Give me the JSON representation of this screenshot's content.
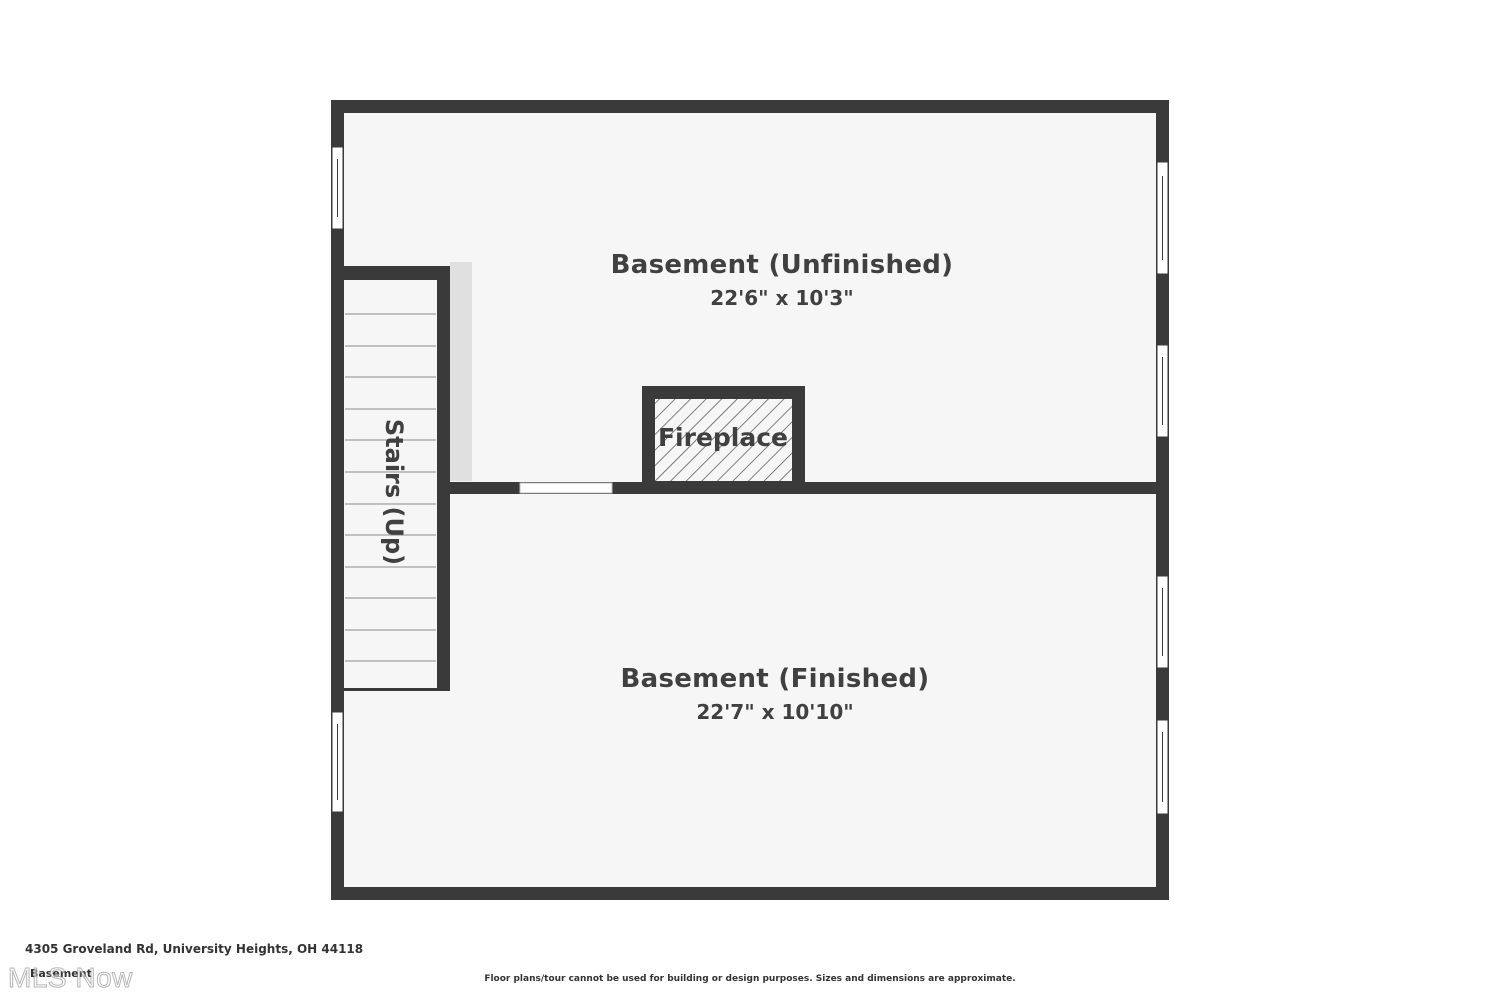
{
  "rooms": {
    "unfinished": {
      "name": "Basement (Unfinished)",
      "dimensions": "22'6\" x 10'3\""
    },
    "finished": {
      "name": "Basement (Finished)",
      "dimensions": "22'7\" x 10'10\""
    },
    "fireplace": {
      "name": "Fireplace"
    },
    "stairs": {
      "name": "Stairs (Up)"
    }
  },
  "footer": {
    "address": "4305 Groveland Rd, University Heights, OH 44118",
    "floor_name": "Basement",
    "disclaimer": "Floor plans/tour cannot be used for building or design purposes. Sizes and dimensions are approximate.",
    "watermark": "MLS Now"
  },
  "colors": {
    "wall": "#3a3a3a",
    "floor": "#f6f6f6",
    "text": "#404040",
    "window": "#ffffff"
  }
}
